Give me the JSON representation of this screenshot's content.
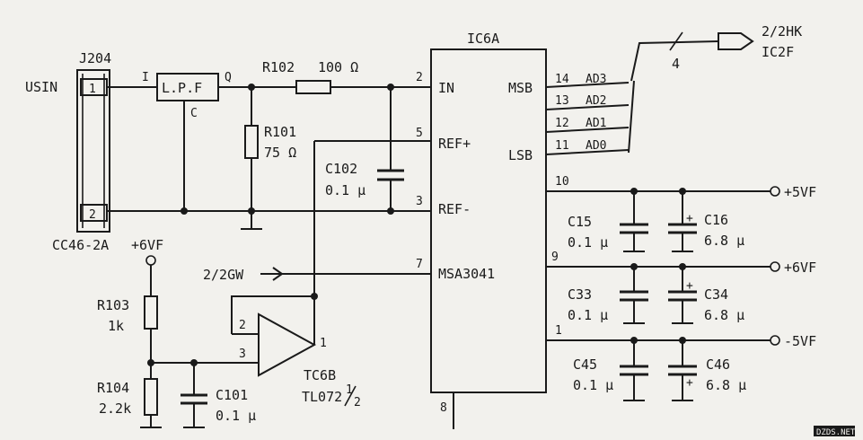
{
  "connector": {
    "ref": "J204",
    "part": "CC46-2A",
    "input_label": "USIN",
    "pin1": "1",
    "pin2": "2"
  },
  "lpf": {
    "label": "L.P.F",
    "pin_in": "I",
    "pin_out": "Q",
    "pin_c": "C"
  },
  "resistors": {
    "r102": {
      "ref": "R102",
      "value": "100 Ω"
    },
    "r101": {
      "ref": "R101",
      "value": "75 Ω"
    },
    "r103": {
      "ref": "R103",
      "value": "1k"
    },
    "r104": {
      "ref": "R104",
      "value": "2.2k"
    }
  },
  "capacitors": {
    "c102": {
      "ref": "C102",
      "value": "0.1 µ"
    },
    "c101": {
      "ref": "C101",
      "value": "0.1 µ"
    },
    "c15": {
      "ref": "C15",
      "value": "0.1 µ"
    },
    "c16": {
      "ref": "C16",
      "value": "6.8 µ"
    },
    "c33": {
      "ref": "C33",
      "value": "0.1 µ"
    },
    "c34": {
      "ref": "C34",
      "value": "6.8 µ"
    },
    "c45": {
      "ref": "C45",
      "value": "0.1 µ"
    },
    "c46": {
      "ref": "C46",
      "value": "6.8 µ"
    }
  },
  "ic6a": {
    "ref": "IC6A",
    "part": "MSA3041",
    "pin_in": "IN",
    "pin_refp": "REF+",
    "pin_refm": "REF-",
    "pin_msb": "MSB",
    "pin_lsb": "LSB",
    "pins": {
      "p2": "2",
      "p5": "5",
      "p3": "3",
      "p7": "7",
      "p8": "8",
      "p14": "14",
      "p13": "13",
      "p12": "12",
      "p11": "11",
      "p10": "10",
      "p9": "9",
      "p1": "1"
    },
    "outputs": [
      "AD3",
      "AD2",
      "AD1",
      "AD0"
    ]
  },
  "bus": {
    "width": "4",
    "dest_line1": "2/2HK",
    "dest_line2": "IC2F"
  },
  "opamp": {
    "ref": "TC6B",
    "part": "TL072",
    "fraction_num": "1",
    "fraction_den": "2",
    "pin_in_minus": "2",
    "pin_in_plus": "3",
    "pin_out": "1"
  },
  "signal_in": {
    "label": "2/2GW"
  },
  "rails": {
    "plus5": "+5VF",
    "plus6": "+6VF",
    "minus5": "-5VF",
    "plus6_top": "+6VF"
  },
  "cap_plus": "+",
  "watermark": "DZDS.NET"
}
